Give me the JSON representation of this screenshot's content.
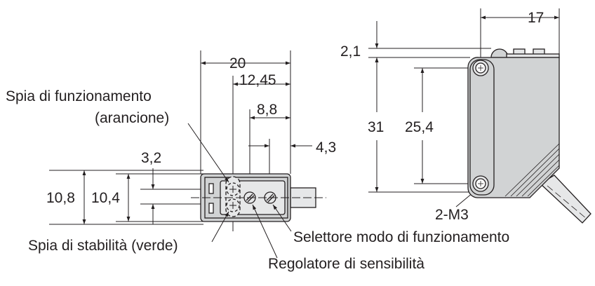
{
  "dimensions": {
    "width_20": "20",
    "d_12_45": "12,45",
    "d_8_8": "8,8",
    "d_4_3": "4,3",
    "d_3_2": "3,2",
    "d_10_8": "10,8",
    "d_10_4": "10,4",
    "d_17": "17",
    "d_2_1": "2,1",
    "d_31": "31",
    "d_25_4": "25,4",
    "screw": "2-M3"
  },
  "labels": {
    "operation_led": "Spia di funzionamento",
    "operation_led_color": "(arancione)",
    "stability_led": "Spia di stabilità (verde)",
    "mode_selector": "Selettore modo di funzionamento",
    "sensitivity_adjuster": "Regolatore di sensibilità"
  }
}
